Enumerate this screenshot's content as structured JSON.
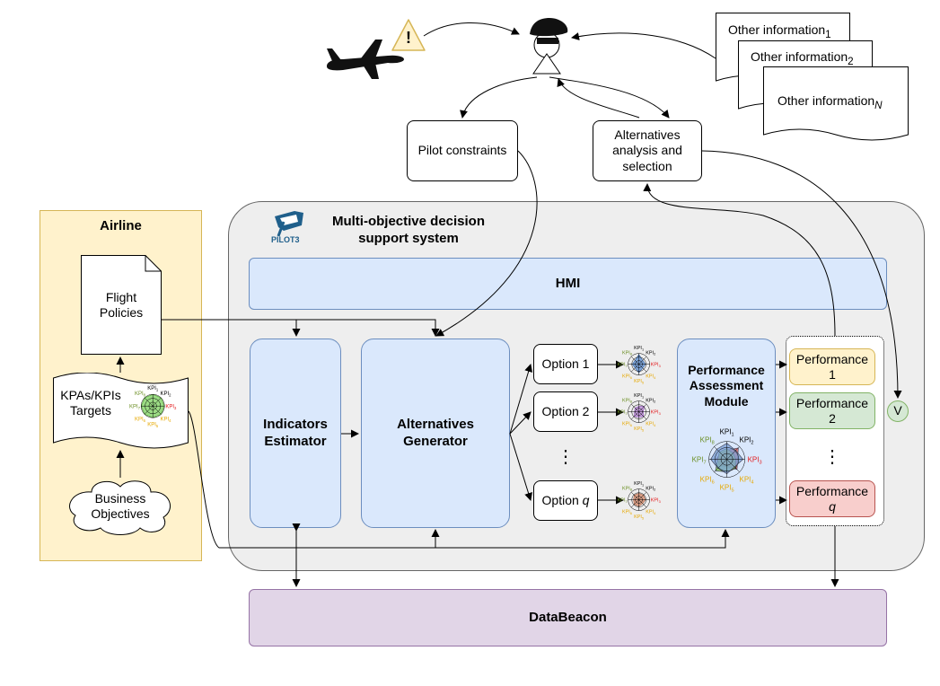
{
  "airline": {
    "title": "Airline"
  },
  "flight_policies": "Flight Policies",
  "kpa_targets": "KPAs/KPIs Targets",
  "business_objectives": "Business Objectives",
  "mo_system": {
    "title_line1": "Multi-objective decision",
    "title_line2": "support system",
    "logo_text": "PILOT3"
  },
  "hmi": "HMI",
  "indicators_estimator": "Indicators Estimator",
  "alternatives_generator": "Alternatives Generator",
  "options": {
    "o1": "Option 1",
    "o2": "Option 2",
    "dots": "⋮",
    "oq_prefix": "Option",
    "oq_var": "q"
  },
  "assessment": "Performance Assessment Module",
  "performance": {
    "p1_label": "Performance",
    "p1_num": "1",
    "p2_label": "Performance",
    "p2_num": "2",
    "dots": "⋮",
    "pq_label": "Performance",
    "pq_var": "q"
  },
  "v_node": "V",
  "pilot_constraints": "Pilot constraints",
  "alternatives_analysis": "Alternatives analysis and selection",
  "databeacon": "DataBeacon",
  "warning_symbol": "!",
  "other_info": [
    {
      "text": "Other information",
      "sub": "1"
    },
    {
      "text": "Other information",
      "sub": "2"
    },
    {
      "text": "Other information",
      "sub": "N"
    }
  ],
  "kpi": {
    "prefix": "KPI",
    "subs": [
      "1",
      "2",
      "3",
      "4",
      "5",
      "6",
      "7",
      "8"
    ]
  },
  "colors": {
    "airline_fill": "#fff2cc",
    "airline_stroke": "#d6b656",
    "blue_fill": "#dae8fc",
    "blue_stroke": "#6c8ebf",
    "container_fill": "#eeeeee",
    "container_stroke": "#666666",
    "databeacon_fill": "#e1d5e7",
    "databeacon_stroke": "#9673a6",
    "perf1_fill": "#fff2cc",
    "perf2_fill": "#d5e8d4",
    "perfq_fill": "#f8cecc",
    "kpi_red": "#e31a1c",
    "kpi_green": "#6b8e23",
    "kpi_yellow": "#e6a800"
  },
  "icons": {
    "airplane": "airplane-icon",
    "warning": "warning-icon",
    "pilot": "pilot-icon",
    "logo": "pilot3-logo-icon"
  }
}
